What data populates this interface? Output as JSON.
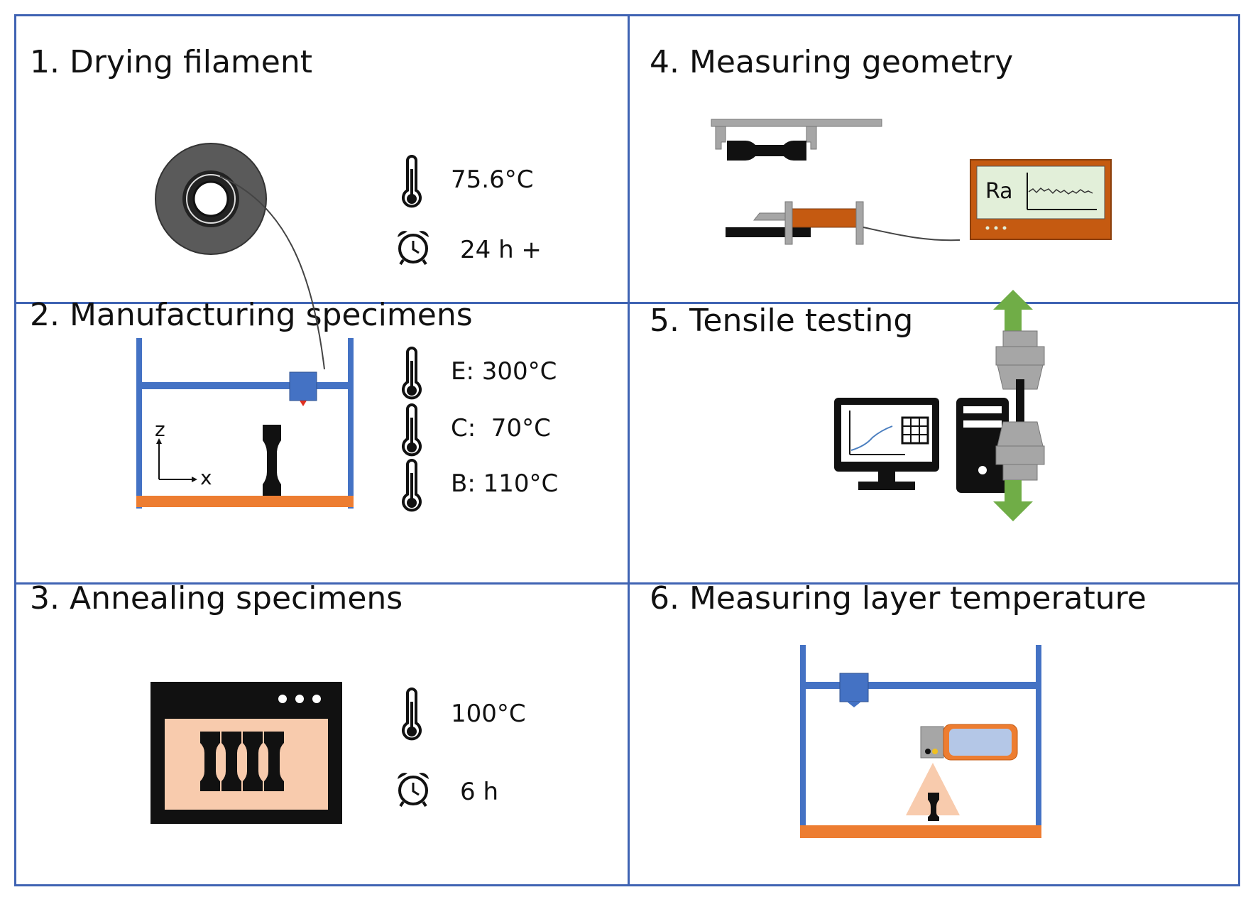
{
  "panels": [
    {
      "title": "1. Drying filament",
      "params": [
        "75.6°C",
        "24 h +"
      ],
      "icons": [
        "thermometer-icon",
        "alarm-clock-icon",
        "filament-spool-icon"
      ]
    },
    {
      "title": "2. Manufacturing specimens",
      "params": [
        "E: 300°C",
        "C:  70°C",
        "B: 110°C"
      ],
      "axes": {
        "z": "z",
        "x": "x"
      },
      "icons": [
        "thermometer-icon",
        "printer-frame-icon",
        "dogbone-specimen-icon"
      ]
    },
    {
      "title": "3. Annealing specimens",
      "params": [
        "100°C",
        "6 h"
      ],
      "icons": [
        "thermometer-icon",
        "alarm-clock-icon",
        "oven-icon"
      ]
    },
    {
      "title": "4. Measuring geometry",
      "readout": "Ra",
      "icons": [
        "caliper-icon",
        "profilometer-icon",
        "roughness-display-icon"
      ]
    },
    {
      "title": "5. Tensile testing",
      "icons": [
        "computer-monitor-icon",
        "pc-tower-icon",
        "tensile-grips-icon",
        "arrow-up-icon",
        "arrow-down-icon"
      ]
    },
    {
      "title": "6. Measuring layer temperature",
      "icons": [
        "printer-frame-icon",
        "thermal-camera-icon",
        "dogbone-specimen-icon"
      ]
    }
  ],
  "colors": {
    "grid": "#3f63b3",
    "frame_blue": "#4472c4",
    "bed_orange": "#ed7d31",
    "green": "#70ad47",
    "grey": "#a6a6a6",
    "peach": "#f8cbad",
    "display_orange": "#c55a11"
  }
}
